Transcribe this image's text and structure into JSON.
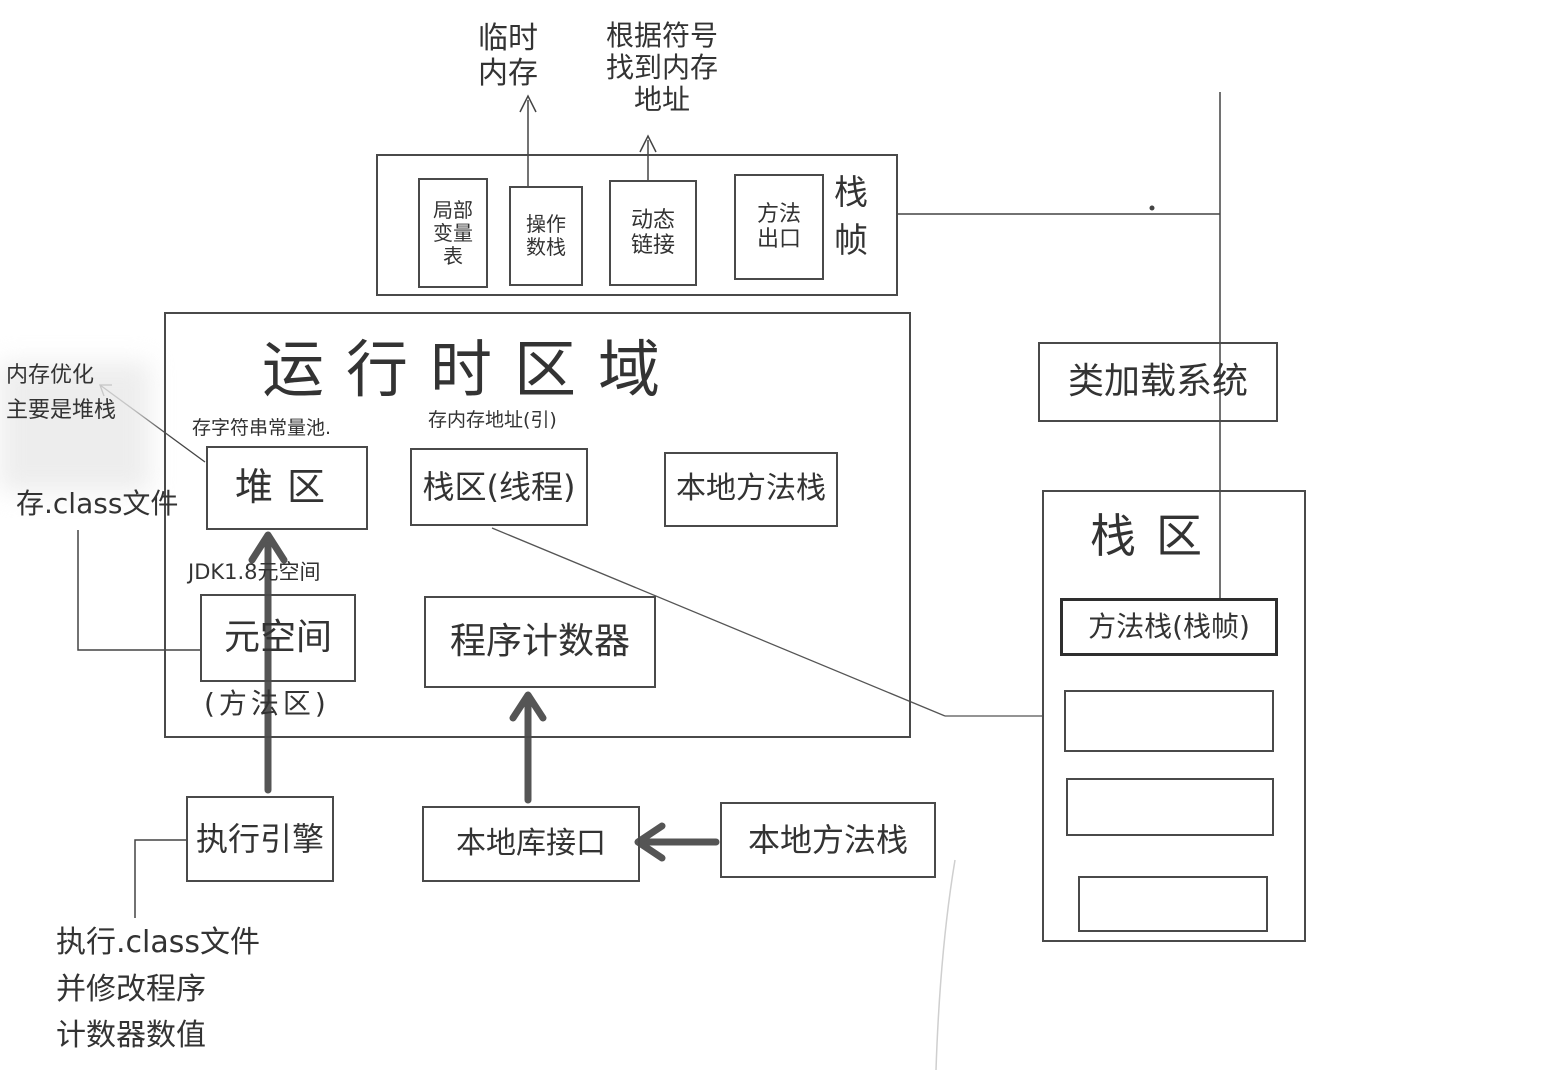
{
  "diagram": {
    "top_notes": {
      "temp_memory": "临时\n内存",
      "find_address": "根据符号\n找到内存\n地址"
    },
    "frame": {
      "title": "栈帧",
      "cells": [
        "局部\n变量\n表",
        "操作\n数栈",
        "动态\n链接",
        "方法\n出口"
      ]
    },
    "runtime_area": {
      "title": "运行时区域",
      "heap_caption": "存字符串常量池.",
      "heap": "堆区",
      "stack_caption": "存内存地址(引)",
      "stack": "栈区(线程)",
      "native_stack": "本地方法栈",
      "meta_caption": "JDK1.8元空间",
      "metaspace": "元空间",
      "metaspace_sub": "(方法区)",
      "pc_counter": "程序计数器"
    },
    "left_notes": {
      "memory_opt": "内存优化\n主要是堆栈",
      "class_file": "存.class文件"
    },
    "bottom": {
      "engine": "执行引擎",
      "native_interface": "本地库接口",
      "native_stack": "本地方法栈",
      "engine_note": "执行.class文件\n并修改程序\n计数器数值"
    },
    "right": {
      "class_loader": "类加载系统",
      "stack_area": "栈区",
      "method_frame": "方法栈(栈帧)"
    }
  }
}
